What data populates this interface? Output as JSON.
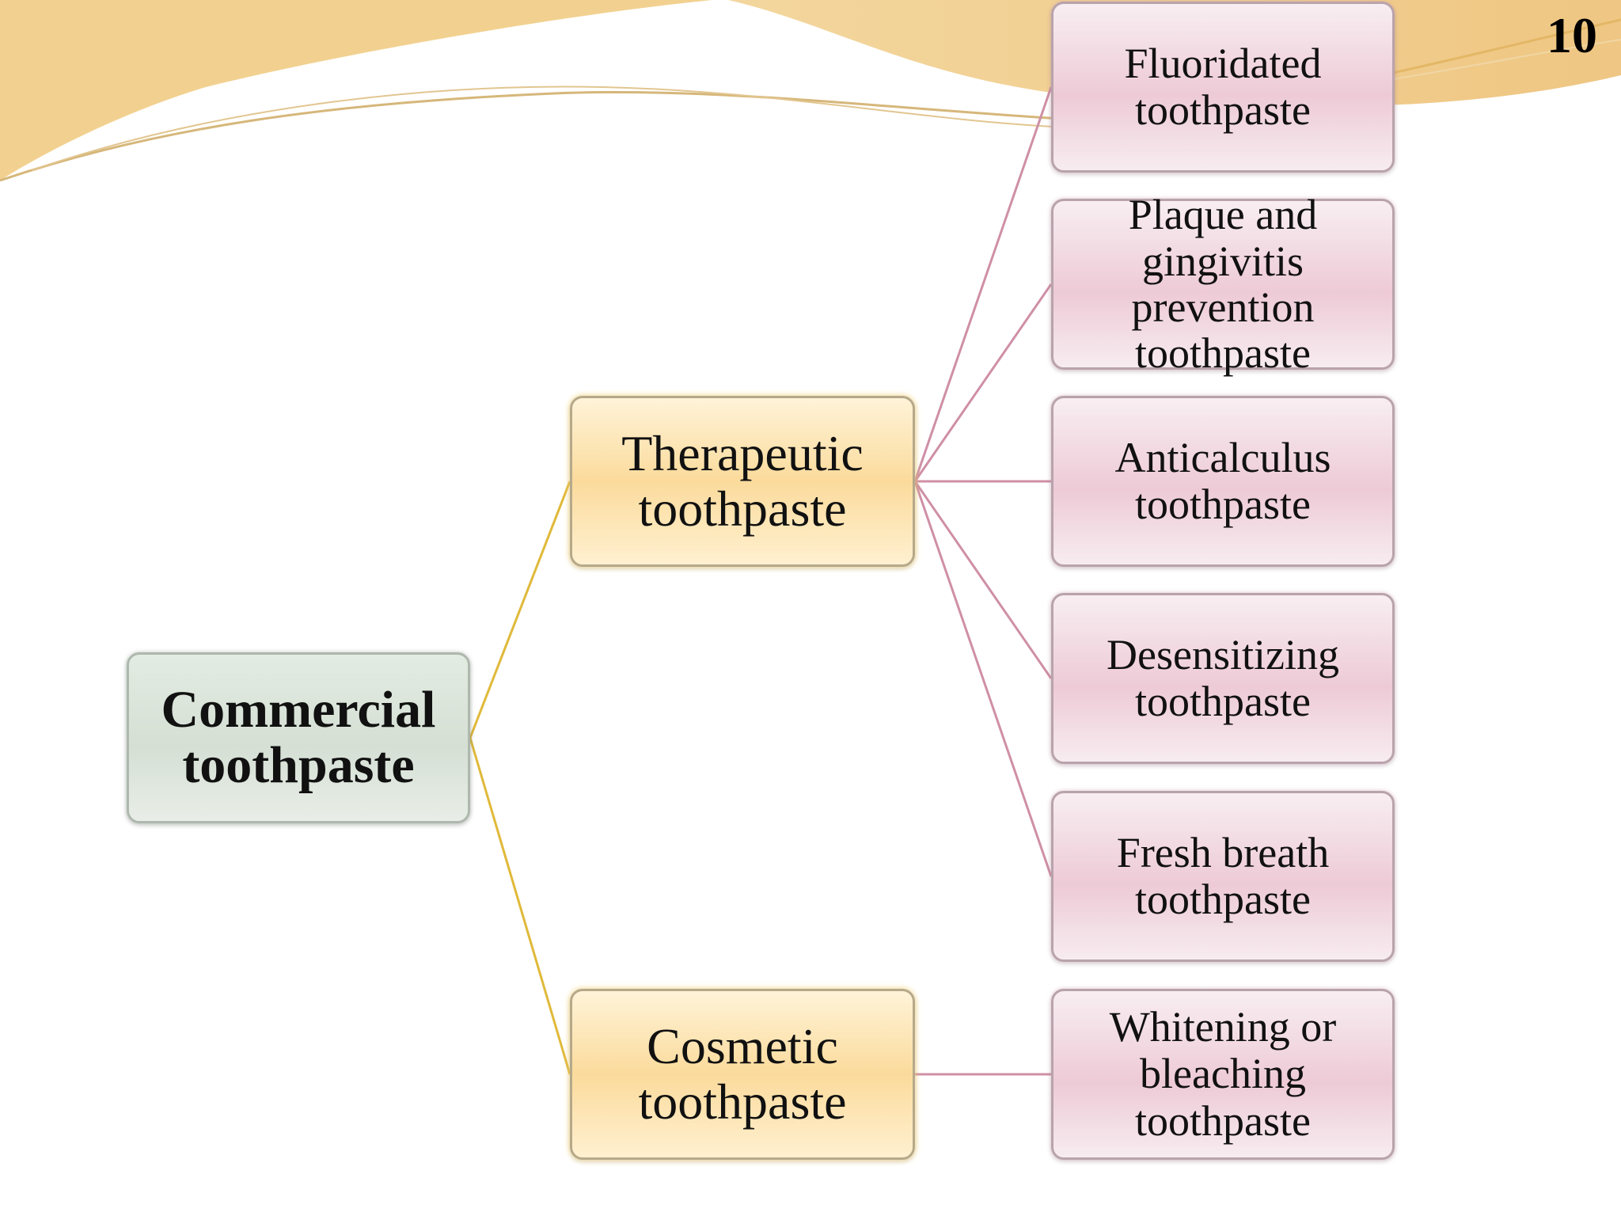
{
  "slide": {
    "page_number": "10"
  },
  "colors": {
    "root_fill": "#dfe8de",
    "branch_fill": "#fbe0a8",
    "leaf_fill": "#efd3dd",
    "branch_connector": "#e0b93a",
    "leaf_connector": "#cf8fa6",
    "header_wave": "#efc87a"
  },
  "diagram": {
    "root": {
      "label": "Commercial\ntoothpaste"
    },
    "branches": [
      {
        "label": "Therapeutic\ntoothpaste",
        "children": [
          {
            "label": "Fluoridated\ntoothpaste"
          },
          {
            "label": "Plaque and\ngingivitis\nprevention\ntoothpaste"
          },
          {
            "label": "Anticalculus\ntoothpaste"
          },
          {
            "label": "Desensitizing\ntoothpaste"
          },
          {
            "label": "Fresh breath\ntoothpaste"
          }
        ]
      },
      {
        "label": "Cosmetic\ntoothpaste",
        "children": [
          {
            "label": "Whitening or\nbleaching\ntoothpaste"
          }
        ]
      }
    ]
  }
}
